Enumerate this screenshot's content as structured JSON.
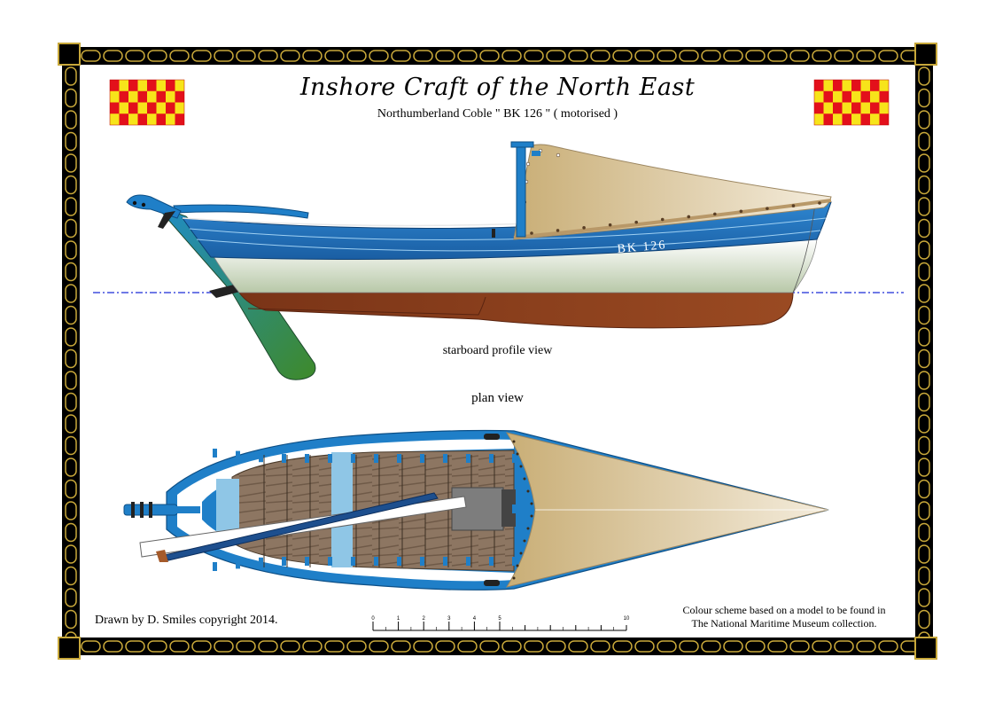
{
  "title": "Inshore Craft of the North East",
  "subtitle": "Northumberland  Coble \" BK 126 \" ( motorised )",
  "boat_registration": "BK 126",
  "profile_view_label": "starboard profile view",
  "plan_view_label": "plan view",
  "credit": "Drawn by D. Smiles copyright 2014.",
  "note_line1": "Colour scheme based on a model to be found in",
  "note_line2": "The National Maritime Museum collection.",
  "scale": {
    "tick_labels": [
      "0",
      "1",
      "2",
      "3",
      "4",
      "5",
      "10"
    ]
  },
  "colors": {
    "hull_blue": "#1f6fb8",
    "antifouling": "#8a3d1e",
    "canvas": "#d8c08e",
    "flag_red": "#e3101b",
    "flag_yellow": "#f7e41a",
    "border_gold": "#c8a83a",
    "waterline": "#1a2bd8"
  }
}
